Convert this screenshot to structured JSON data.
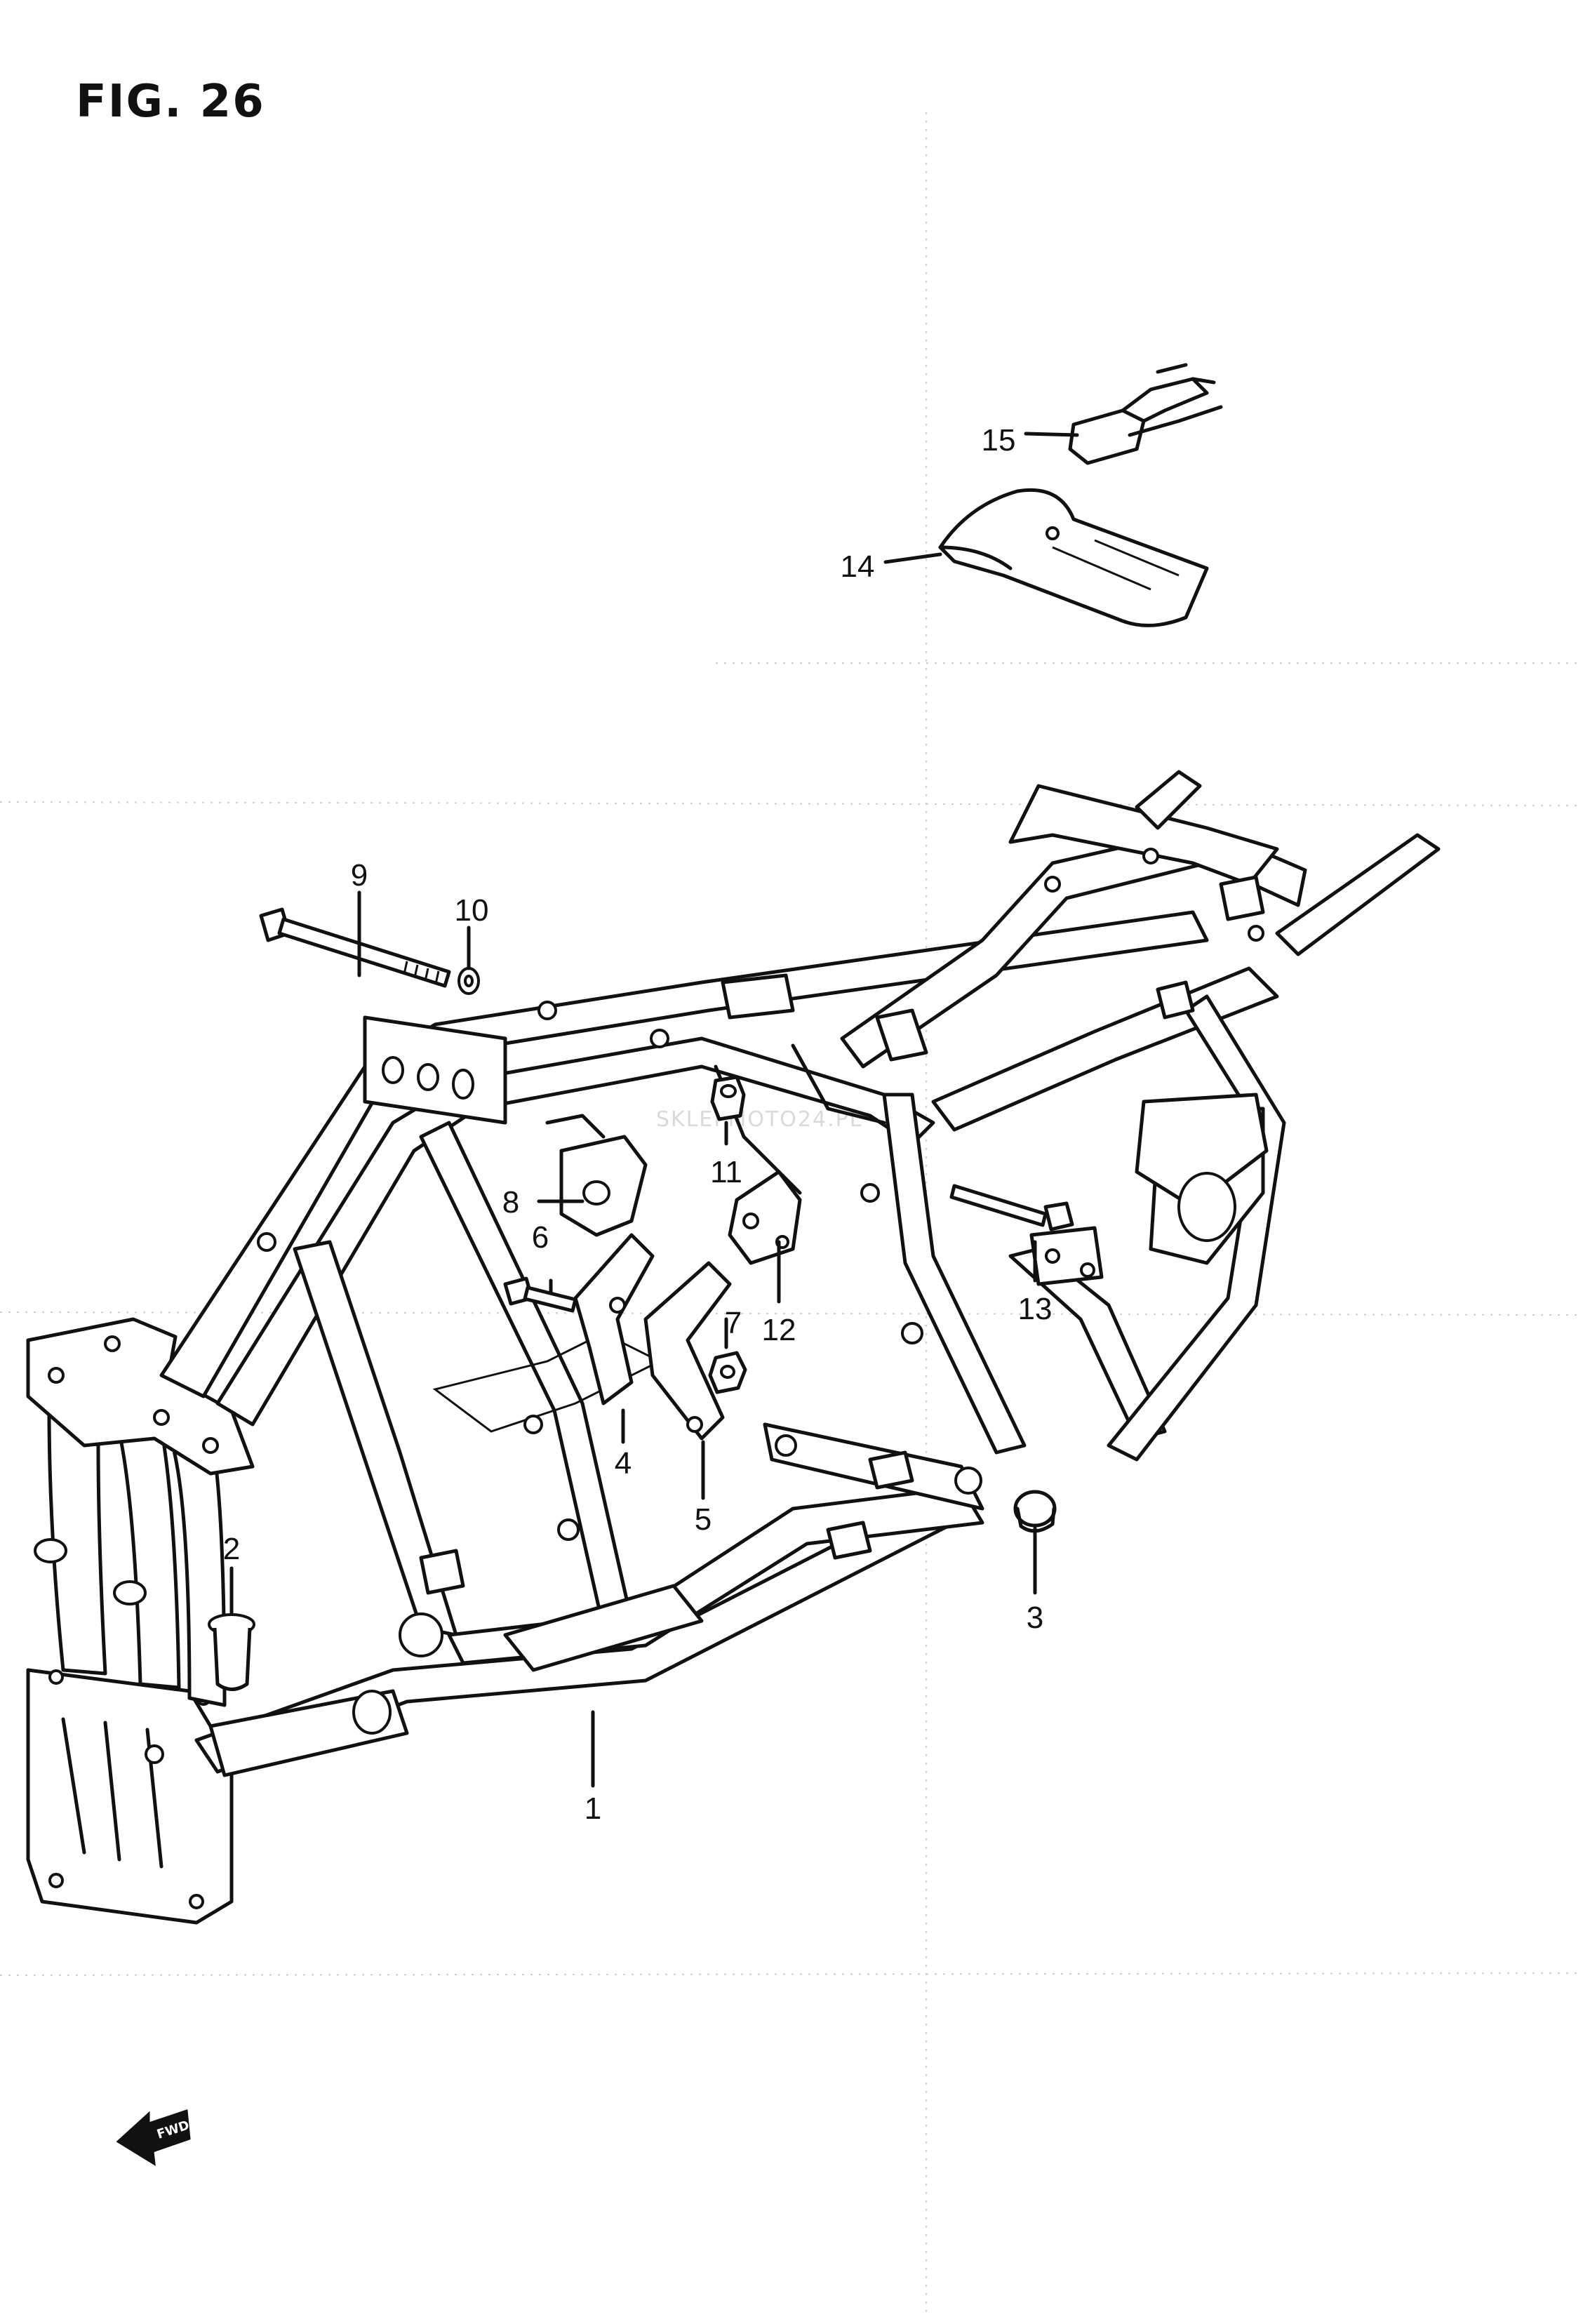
{
  "figure": {
    "title": "FIG. 26",
    "forward_label": "FWD"
  },
  "callouts": [
    {
      "id": "1",
      "label": "1",
      "part": "frame"
    },
    {
      "id": "2",
      "label": "2",
      "part": "bushing"
    },
    {
      "id": "3",
      "label": "3",
      "part": "cap"
    },
    {
      "id": "4",
      "label": "4",
      "part": "bracket"
    },
    {
      "id": "5",
      "label": "5",
      "part": "bracket"
    },
    {
      "id": "6",
      "label": "6",
      "part": "bolt"
    },
    {
      "id": "7",
      "label": "7",
      "part": "nut"
    },
    {
      "id": "8",
      "label": "8",
      "part": "bracket"
    },
    {
      "id": "9",
      "label": "9",
      "part": "bolt"
    },
    {
      "id": "10",
      "label": "10",
      "part": "washer"
    },
    {
      "id": "11",
      "label": "11",
      "part": "nut"
    },
    {
      "id": "12",
      "label": "12",
      "part": "plate"
    },
    {
      "id": "13",
      "label": "13",
      "part": "bolt"
    },
    {
      "id": "14",
      "label": "14",
      "part": "cover"
    },
    {
      "id": "15",
      "label": "15",
      "part": "clamp"
    }
  ],
  "watermark": "SKLEPMOTO24.PL"
}
